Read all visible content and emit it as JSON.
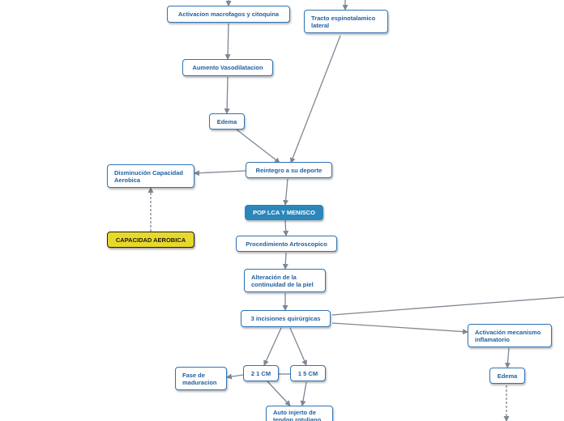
{
  "diagram": {
    "colors": {
      "node_border": "#2f74b5",
      "node_text": "#1f5f9f",
      "connector": "#7d8793",
      "pop_fill": "#2b86ba",
      "yellow_fill": "#e8d82a"
    },
    "nodes": {
      "activacion_macrofagos": "Activacion macrofagos y citoquina",
      "tracto_espinotalamico": "Tracto espinotalamico lateral",
      "aumento_vasodilatacion": "Aumento Vasodilatacion",
      "edema_top": "Edema",
      "reintegro_deporte": "Reintegro a su deporte",
      "disminucion_capacidad": "Disminución Capacidad Aerobica",
      "pop_lca_menisco": "POP LCA Y MENISCO",
      "capacidad_aerobica": "CAPACIDAD AEROBICA",
      "procedimiento_artroscopico": "Procedimiento Artroscopico",
      "alteracion_piel": "Alteración de la continuidad de la piel",
      "tres_incisiones": "3 incisiones quirúrgicas",
      "activacion_mecanismo": "Activación mecanismo inflamatorio",
      "edema_bottom": "Edema",
      "dos_1cm": "2 1 CM",
      "uno_5cm": "1 5 CM",
      "fase_maduracion": "Fase de maduracion",
      "auto_injerto": "Auto injerto de tendon rotuliano"
    }
  }
}
